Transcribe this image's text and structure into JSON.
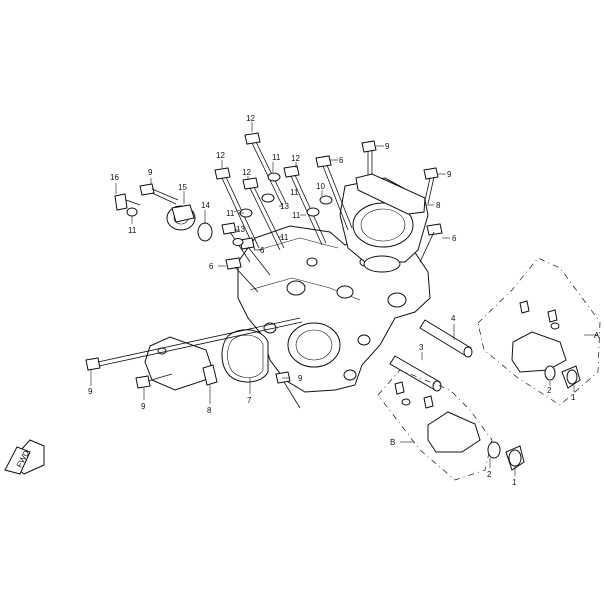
{
  "callouts": [
    {
      "id": "c1",
      "text": "12"
    },
    {
      "id": "c2",
      "text": "12"
    },
    {
      "id": "c3",
      "text": "11"
    },
    {
      "id": "c4",
      "text": "12"
    },
    {
      "id": "c5",
      "text": "6"
    },
    {
      "id": "c6",
      "text": "9"
    },
    {
      "id": "c7",
      "text": "9"
    },
    {
      "id": "c8",
      "text": "12"
    },
    {
      "id": "c9",
      "text": "11"
    },
    {
      "id": "c10",
      "text": "13"
    },
    {
      "id": "c11",
      "text": "10"
    },
    {
      "id": "c12",
      "text": "11"
    },
    {
      "id": "c13",
      "text": "8"
    },
    {
      "id": "c14",
      "text": "16"
    },
    {
      "id": "c15",
      "text": "9"
    },
    {
      "id": "c16",
      "text": "15"
    },
    {
      "id": "c17",
      "text": "11"
    },
    {
      "id": "c18",
      "text": "14"
    },
    {
      "id": "c19",
      "text": "11"
    },
    {
      "id": "c20",
      "text": "13"
    },
    {
      "id": "c21",
      "text": "11"
    },
    {
      "id": "c22",
      "text": "6"
    },
    {
      "id": "c23",
      "text": "6"
    },
    {
      "id": "c24",
      "text": "6"
    },
    {
      "id": "c25",
      "text": "4"
    },
    {
      "id": "c26",
      "text": "A"
    },
    {
      "id": "c27",
      "text": "3"
    },
    {
      "id": "c28",
      "text": "2"
    },
    {
      "id": "c29",
      "text": "1"
    },
    {
      "id": "c30",
      "text": "9"
    },
    {
      "id": "c31",
      "text": "9"
    },
    {
      "id": "c32",
      "text": "8"
    },
    {
      "id": "c33",
      "text": "7"
    },
    {
      "id": "c34",
      "text": "9"
    },
    {
      "id": "c35",
      "text": "B"
    },
    {
      "id": "c36",
      "text": "2"
    },
    {
      "id": "c37",
      "text": "1"
    }
  ],
  "direction_badge": "FWD"
}
